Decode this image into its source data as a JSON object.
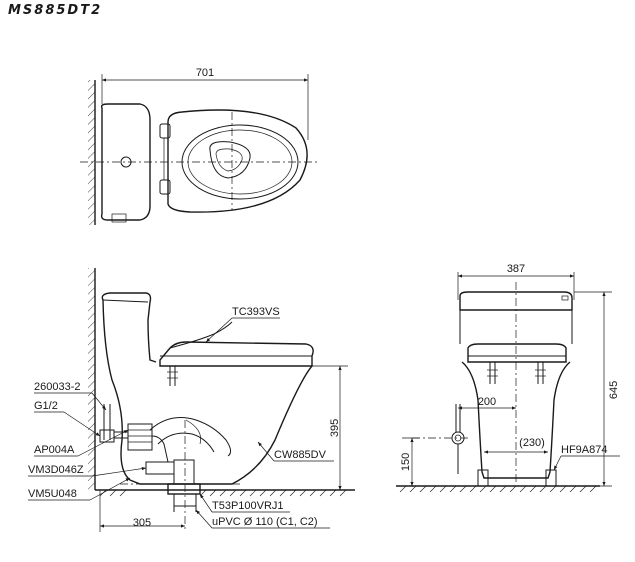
{
  "model_code": "MS885DT2",
  "top_view": {
    "width_dim": "701"
  },
  "side_view": {
    "labels": {
      "seat": "TC393VS",
      "bolt": "260033-2",
      "supply": "G1/2",
      "valve": "AP004A",
      "flapper": "VM3D046Z",
      "fill": "VM5U048",
      "bowl": "CW885DV",
      "flange": "T53P100VRJ1",
      "pipe": "uPVC Ø 110 (C1, C2)"
    },
    "dims": {
      "rough_in": "305",
      "height": "395"
    }
  },
  "front_view": {
    "labels": {
      "part": "HF9A874"
    },
    "dims": {
      "width": "387",
      "total_height": "645",
      "supply_offset": "200",
      "base_width": "(230)",
      "supply_height": "150"
    }
  }
}
